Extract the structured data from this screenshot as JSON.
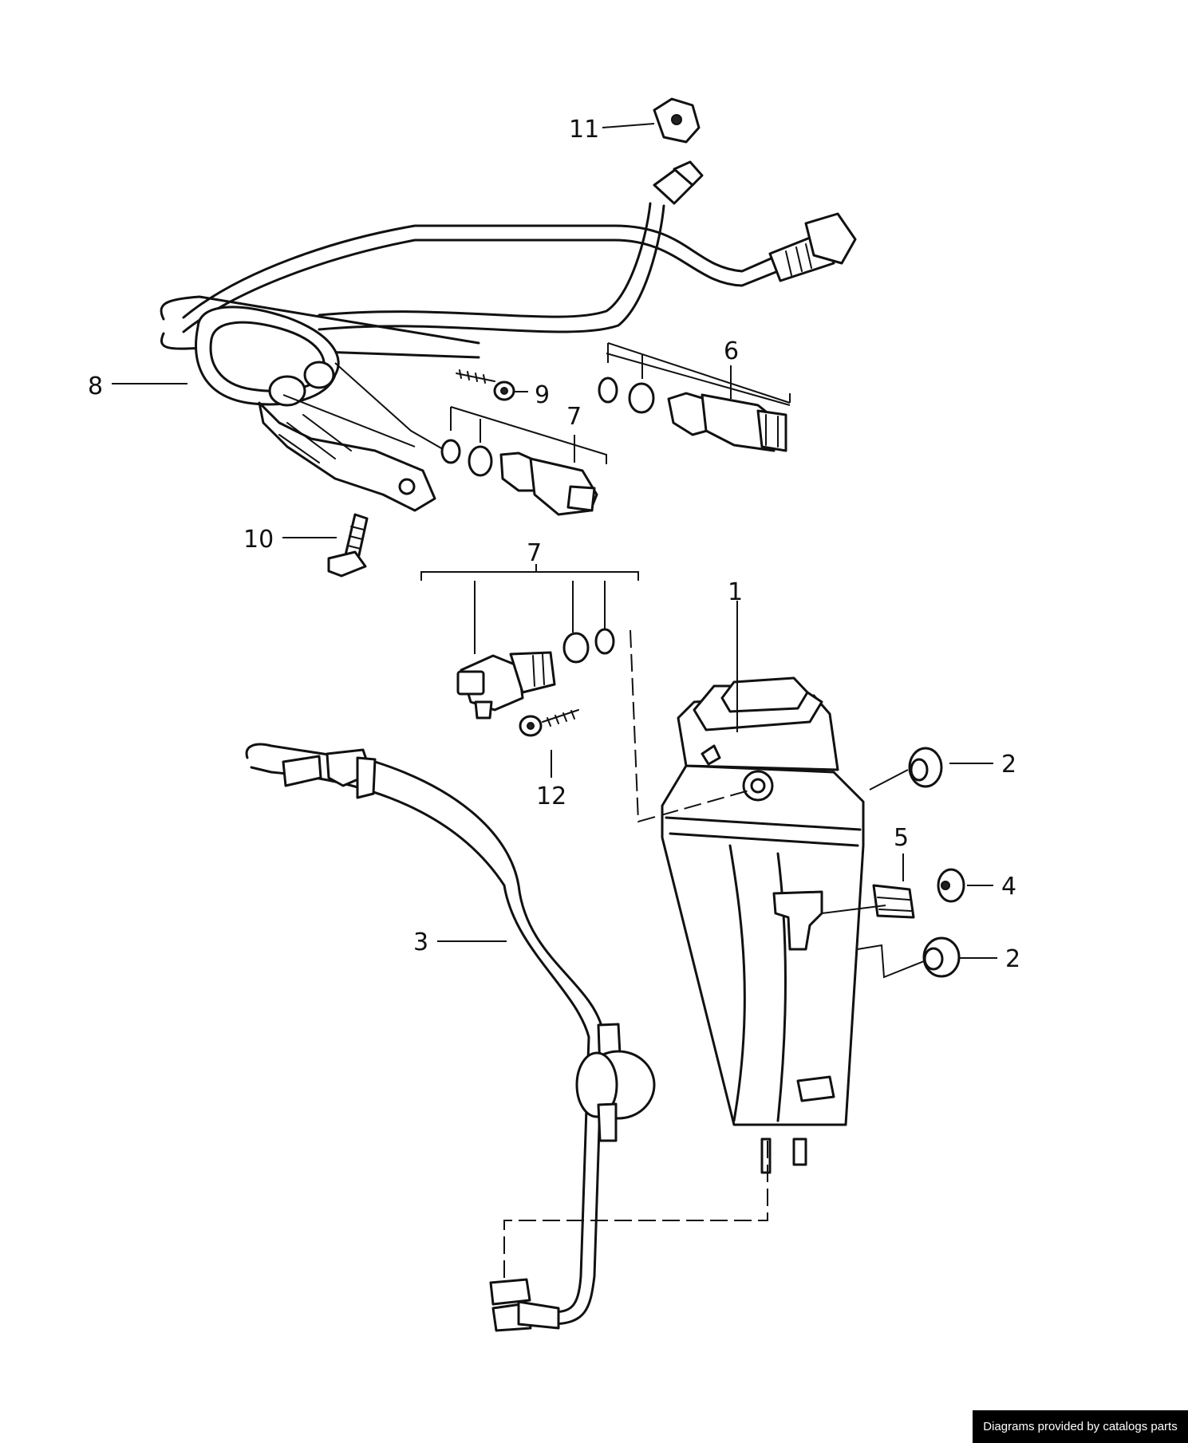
{
  "callouts": [
    {
      "id": "c11",
      "label": "11"
    },
    {
      "id": "c6",
      "label": "6"
    },
    {
      "id": "c8",
      "label": "8"
    },
    {
      "id": "c9",
      "label": "9"
    },
    {
      "id": "c7a",
      "label": "7"
    },
    {
      "id": "c10",
      "label": "10"
    },
    {
      "id": "c7b",
      "label": "7"
    },
    {
      "id": "c1",
      "label": "1"
    },
    {
      "id": "c12",
      "label": "12"
    },
    {
      "id": "c2a",
      "label": "2"
    },
    {
      "id": "c5",
      "label": "5"
    },
    {
      "id": "c4",
      "label": "4"
    },
    {
      "id": "c3",
      "label": "3"
    },
    {
      "id": "c2b",
      "label": "2"
    }
  ],
  "credit": "Diagrams provided by catalogs parts"
}
